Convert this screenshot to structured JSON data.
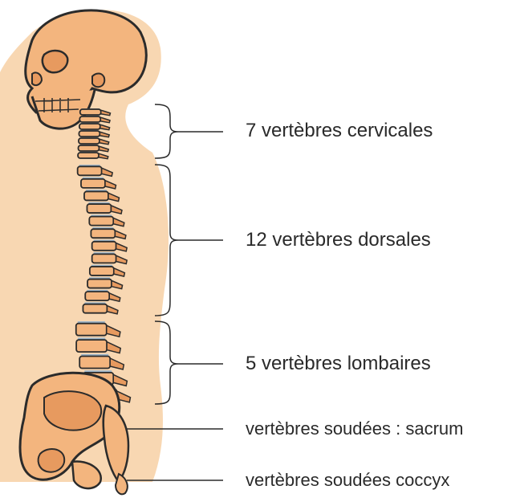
{
  "labels": {
    "cervical": "7 vertèbres cervicales",
    "dorsal": "12 vertèbres dorsales",
    "lumbar": "5 vertèbres lombaires",
    "sacrum": "vertèbres soudées : sacrum",
    "coccyx": "vertèbres soudées coccyx"
  },
  "counts": {
    "cervical": 7,
    "dorsal": 12,
    "lumbar": 5
  },
  "colors": {
    "body": "#f8d7b2",
    "bone": "#f3b57e",
    "bone_shadow": "#e79a5f",
    "disc": "#9fb6c9",
    "outline": "#2b2b2b",
    "text": "#2a2a2a"
  }
}
